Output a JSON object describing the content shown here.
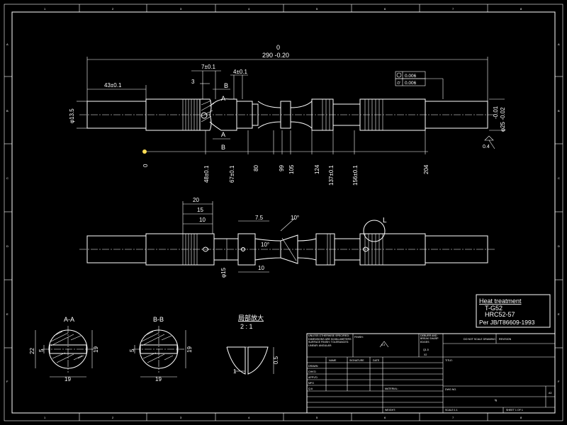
{
  "colors": {
    "background": "#000000",
    "line": "#ffffff",
    "accent_point": "#ffdd55"
  },
  "border": {
    "top_zones": [
      "1",
      "2",
      "3",
      "4",
      "5",
      "6",
      "7",
      "8"
    ],
    "bottom_zones": [
      "1",
      "2",
      "3",
      "4",
      "5",
      "6",
      "7",
      "8"
    ],
    "left_zones": [
      "A",
      "B",
      "C",
      "D",
      "E",
      "F"
    ],
    "right_zones": [
      "A",
      "B",
      "C",
      "D",
      "E",
      "F"
    ]
  },
  "front_view": {
    "overall_zero": "0",
    "overall_length": "290 -0.20",
    "dim_7": "7±0.1",
    "dim_4": "4±0.1",
    "dim_3": "3",
    "dim_43": "43±0.1",
    "section_a_top": "A",
    "section_b_top": "B",
    "section_a_bottom": "A",
    "section_b_bottom": "B",
    "dia_left": "φ13.5",
    "dia_right_1": "-0.01",
    "dia_right_2": "φ25 -0.02",
    "tol_circularity": "0.006",
    "tol_cylindricity": "0.006",
    "roughness": "0.4",
    "ord_0": "0",
    "ord_48": "48±0.1",
    "ord_67": "67±0.1",
    "ord_80": "80",
    "ord_99": "99",
    "ord_105": "105",
    "ord_124": "124",
    "ord_137": "137±0.1",
    "ord_156": "156±0.1",
    "ord_204": "204"
  },
  "second_view": {
    "dim_20": "20",
    "dim_15": "15",
    "dim_10_top": "10",
    "dim_7_5": "7.5",
    "angle_top": "10°",
    "angle_mid": "10°",
    "dim_10_bottom": "10",
    "dia_15": "φ15",
    "detail_label": "L"
  },
  "notes": {
    "heat_treatment": "Heat treatment",
    "line_1": "T-G52",
    "line_2": "HRC52-57",
    "line_3": "Per JB/T86609-1993"
  },
  "section_aa": {
    "title": "A-A",
    "d22": "22",
    "d5": "5",
    "d19_right": "19",
    "d19_bottom": "19"
  },
  "section_bb": {
    "title": "B-B",
    "d5": "5",
    "d19_right": "19",
    "d19_bottom": "19"
  },
  "detail": {
    "title": "局部放大",
    "scale": "2 : 1",
    "d1": "1",
    "d05": "0.5"
  },
  "title_block": {
    "general_note": "UNLESS OTHERWISE SPECIFIED: DIMENSIONS ARE IN MILLIMETERS SURFACE FINISH: TOLERANCES: LINEAR: ANGULAR:",
    "finish": "FINISH:",
    "roughness": "6.3",
    "deburr": "DEBURR AND BREAK SHARP EDGES",
    "scale": "Q1.5",
    "weight": "X2",
    "no_scale": "DO NOT SCALE DRAWING",
    "revision": "REVISION",
    "col_name": "NAME",
    "col_signature": "SIGNATURE",
    "col_date": "DATE",
    "title": "TITLE:",
    "row_drawn": "DRAWN",
    "row_chkd": "CHK'D",
    "row_appvd": "APPV'D",
    "row_mfg": "MFG",
    "row_qa": "Q.A",
    "material": "MATERIAL:",
    "dwg_no": "DWG NO.",
    "drawing_name": "fg",
    "size": "A3",
    "weight_label": "WEIGHT:",
    "scale_label": "SCALE:1:1",
    "sheet": "SHEET 1 OF 1"
  }
}
